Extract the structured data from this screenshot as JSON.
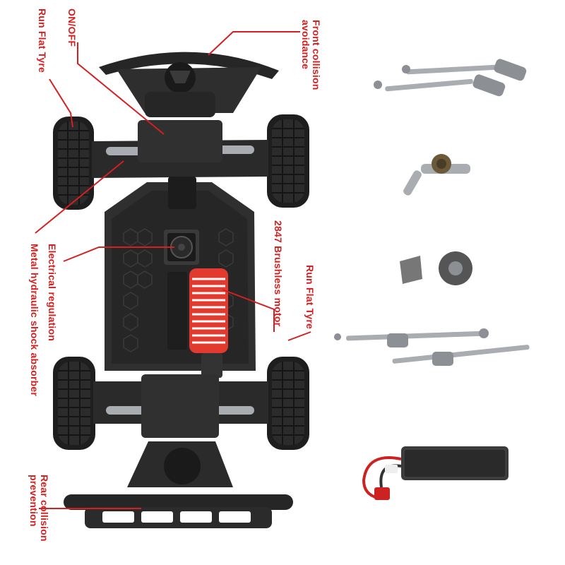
{
  "labels": {
    "run_flat_tyre_front": "Run Flat Tyre",
    "on_off": "ON/OFF",
    "front_collision_line1": "Front collision",
    "front_collision_line2": "avoidance",
    "electrical_regulation": "Electrical regulation",
    "shock_absorber": "Metal hydraulic shock absorber",
    "brushless_motor": "2847 Brushless motor",
    "run_flat_tyre_rear": "Run Flat Tyre",
    "rear_collision_line1": "Rear collision",
    "rear_collision_line2": "prevention"
  },
  "colors": {
    "label": "#d42020",
    "leader_line": "#d42020",
    "chassis": "#2b2b2b",
    "tyre": "#1e1e1e",
    "metal": "#a9acb0",
    "motor": "#e23a2e",
    "battery": "#3a3a3a"
  }
}
